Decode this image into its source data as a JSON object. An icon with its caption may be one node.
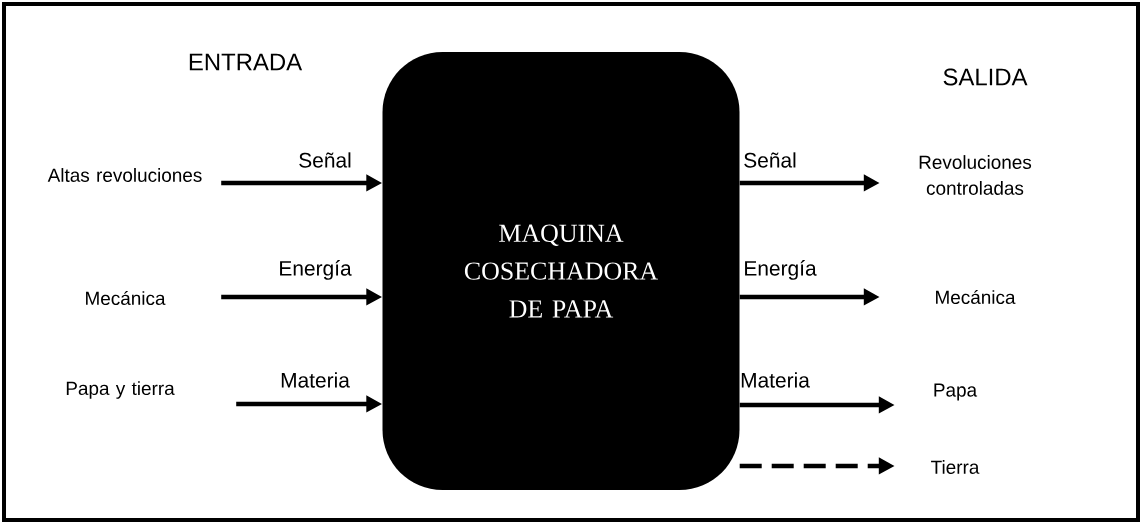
{
  "diagram": {
    "nodes": [
      {
        "text": [
          "MAQUINA COSECHADORA DE PAPA"
        ]
      },
      {
        "text": [
          "Altas revoluciones"
        ]
      },
      {
        "text": [
          "Mecánica"
        ]
      },
      {
        "text": [
          "Papa y tierra"
        ]
      },
      {
        "text": [
          "Revoluciones controladas"
        ]
      },
      {
        "text": [
          "Mecánica"
        ]
      },
      {
        "text": [
          "Papa"
        ]
      },
      {
        "text": [
          "Tierra"
        ]
      }
    ],
    "edges": [
      {
        "from": 1,
        "to": 0,
        "arrow": "to",
        "label": "Señal"
      },
      {
        "from": 2,
        "to": 0,
        "arrow": "to",
        "label": "Energía"
      },
      {
        "from": 3,
        "to": 0,
        "arrow": "to",
        "label": "Materia"
      },
      {
        "from": 0,
        "to": 4,
        "arrow": "to",
        "label": "Señal"
      },
      {
        "from": 0,
        "to": 5,
        "arrow": "to",
        "label": "Energía"
      },
      {
        "from": 0,
        "to": 6,
        "arrow": "to",
        "label": "Materia"
      },
      {
        "from": 0,
        "to": 7,
        "arrow": "to",
        "style": "dashed"
      }
    ],
    "labels": [
      "ENTRADA",
      "SALIDA"
    ]
  }
}
